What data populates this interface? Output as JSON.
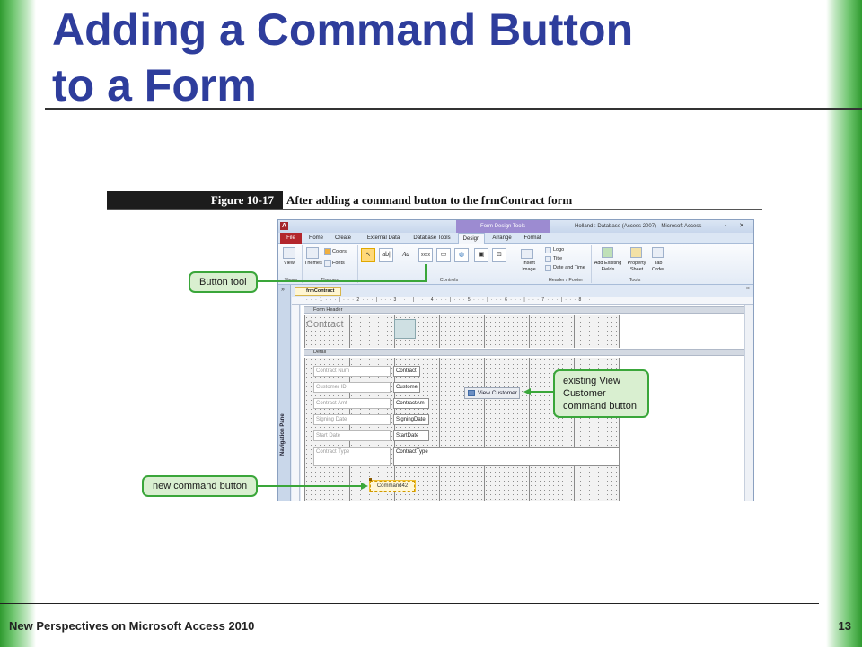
{
  "slide": {
    "title_line1": "Adding a Command Button",
    "title_line2": "to a Form",
    "footer": "New Perspectives on Microsoft Access 2010",
    "page_number": "13"
  },
  "figure": {
    "label": "Figure 10-17",
    "caption": "After adding a command button to the frmContract form"
  },
  "access": {
    "app_icon": "A",
    "context_tools": "Form Design Tools",
    "window_title": "Holland : Database (Access 2007) - Microsoft Access",
    "window_buttons": "– ▫ ✕",
    "tabs": [
      "File",
      "Home",
      "Create",
      "External Data",
      "Database Tools",
      "Design",
      "Arrange",
      "Format"
    ],
    "ribbon": {
      "views_btn": "View",
      "views_group": "Views",
      "themes_btn": "Themes",
      "colors": "Colors",
      "fonts": "Fonts",
      "themes_group": "Themes",
      "controls_group": "Controls",
      "controls": [
        "↖",
        "ab|",
        "Aa",
        "xxxx",
        "▭",
        "◍",
        "▣",
        "⊡"
      ],
      "insert_image": "Insert Image",
      "logo": "Logo",
      "title": "Title",
      "date_time": "Date and Time",
      "header_footer_group": "Header / Footer",
      "add_existing_fields": "Add Existing Fields",
      "property_sheet": "Property Sheet",
      "tab_order": "Tab Order",
      "tools_group": "Tools"
    },
    "nav_pane": "Navigation Pane",
    "nav_chevron": "»",
    "doc_tab": "frmContract",
    "doc_close": "×",
    "ruler": "· · · 1 · · · | · · · 2 · · · | · · · 3 · · · | · · · 4 · · · | · · · 5 · · · | · · · 6 · · · | · · · 7 · · · | · · · 8 · · ·",
    "sections": {
      "form_header": "Form Header",
      "detail": "Detail"
    },
    "form_header_title": "Contract",
    "fields": [
      {
        "label": "Contract Num",
        "box": "Contract"
      },
      {
        "label": "Customer ID",
        "box": "Custome"
      },
      {
        "label": "Contract Amt",
        "box": "ContractAm"
      },
      {
        "label": "Signing Date",
        "box": "SigningDate"
      },
      {
        "label": "Start Date",
        "box": "StartDate"
      },
      {
        "label": "Contract Type",
        "box": "ContractType"
      }
    ],
    "view_customer_button": "View Customer",
    "new_button": "Command42"
  },
  "callouts": {
    "button_tool": "Button tool",
    "existing_view_1": "existing View",
    "existing_view_2": "Customer",
    "existing_view_3": "command button",
    "new_command_button": "new command button"
  },
  "colors": {
    "title": "#2e3d9c",
    "callout_fill": "#d9efd0",
    "callout_border": "#3aa63a",
    "edge_green": "#2f9a2f"
  }
}
